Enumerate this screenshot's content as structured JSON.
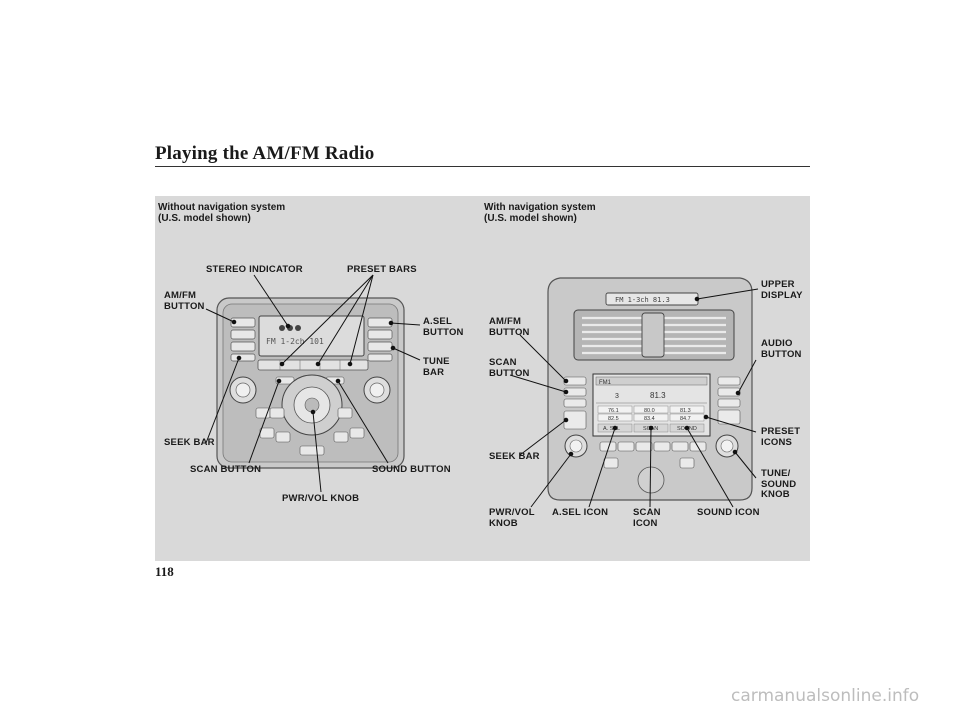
{
  "title": "Playing the AM/FM Radio",
  "page_number": "118",
  "footer": "carmanualsonline.info",
  "left_section": {
    "heading": "Without navigation system\n(U.S. model shown)",
    "labels": {
      "stereo_indicator": "STEREO INDICATOR",
      "preset_bars": "PRESET BARS",
      "am_fm_button": "AM/FM\nBUTTON",
      "a_sel_button": "A.SEL\nBUTTON",
      "tune_bar": "TUNE\nBAR",
      "seek_bar": "SEEK BAR",
      "scan_button": "SCAN BUTTON",
      "sound_button": "SOUND BUTTON",
      "pwr_vol_knob": "PWR/VOL KNOB"
    },
    "display_text": "FM 1-2ch 101"
  },
  "right_section": {
    "heading": "With navigation system\n(U.S. model shown)",
    "labels": {
      "upper_display": "UPPER\nDISPLAY",
      "am_fm_button": "AM/FM\nBUTTON",
      "audio_button": "AUDIO\nBUTTON",
      "scan_button": "SCAN\nBUTTON",
      "preset_icons": "PRESET\nICONS",
      "seek_bar": "SEEK BAR",
      "tune_sound_knob": "TUNE/\nSOUND\nKNOB",
      "pwr_vol_knob": "PWR/VOL\nKNOB",
      "a_sel_icon": "A.SEL ICON",
      "scan_icon": "SCAN\nICON",
      "sound_icon": "SOUND ICON"
    },
    "upper_display_text": "FM 1-3ch 81.3",
    "screen": {
      "band": "FM1",
      "channel": "3",
      "frequency": "81.3",
      "presets": [
        "76.1",
        "80.0",
        "81.3",
        "82.5",
        "83.4",
        "84.7"
      ],
      "soft_keys": [
        "A. SEL",
        "SCAN",
        "SOUND"
      ]
    }
  }
}
